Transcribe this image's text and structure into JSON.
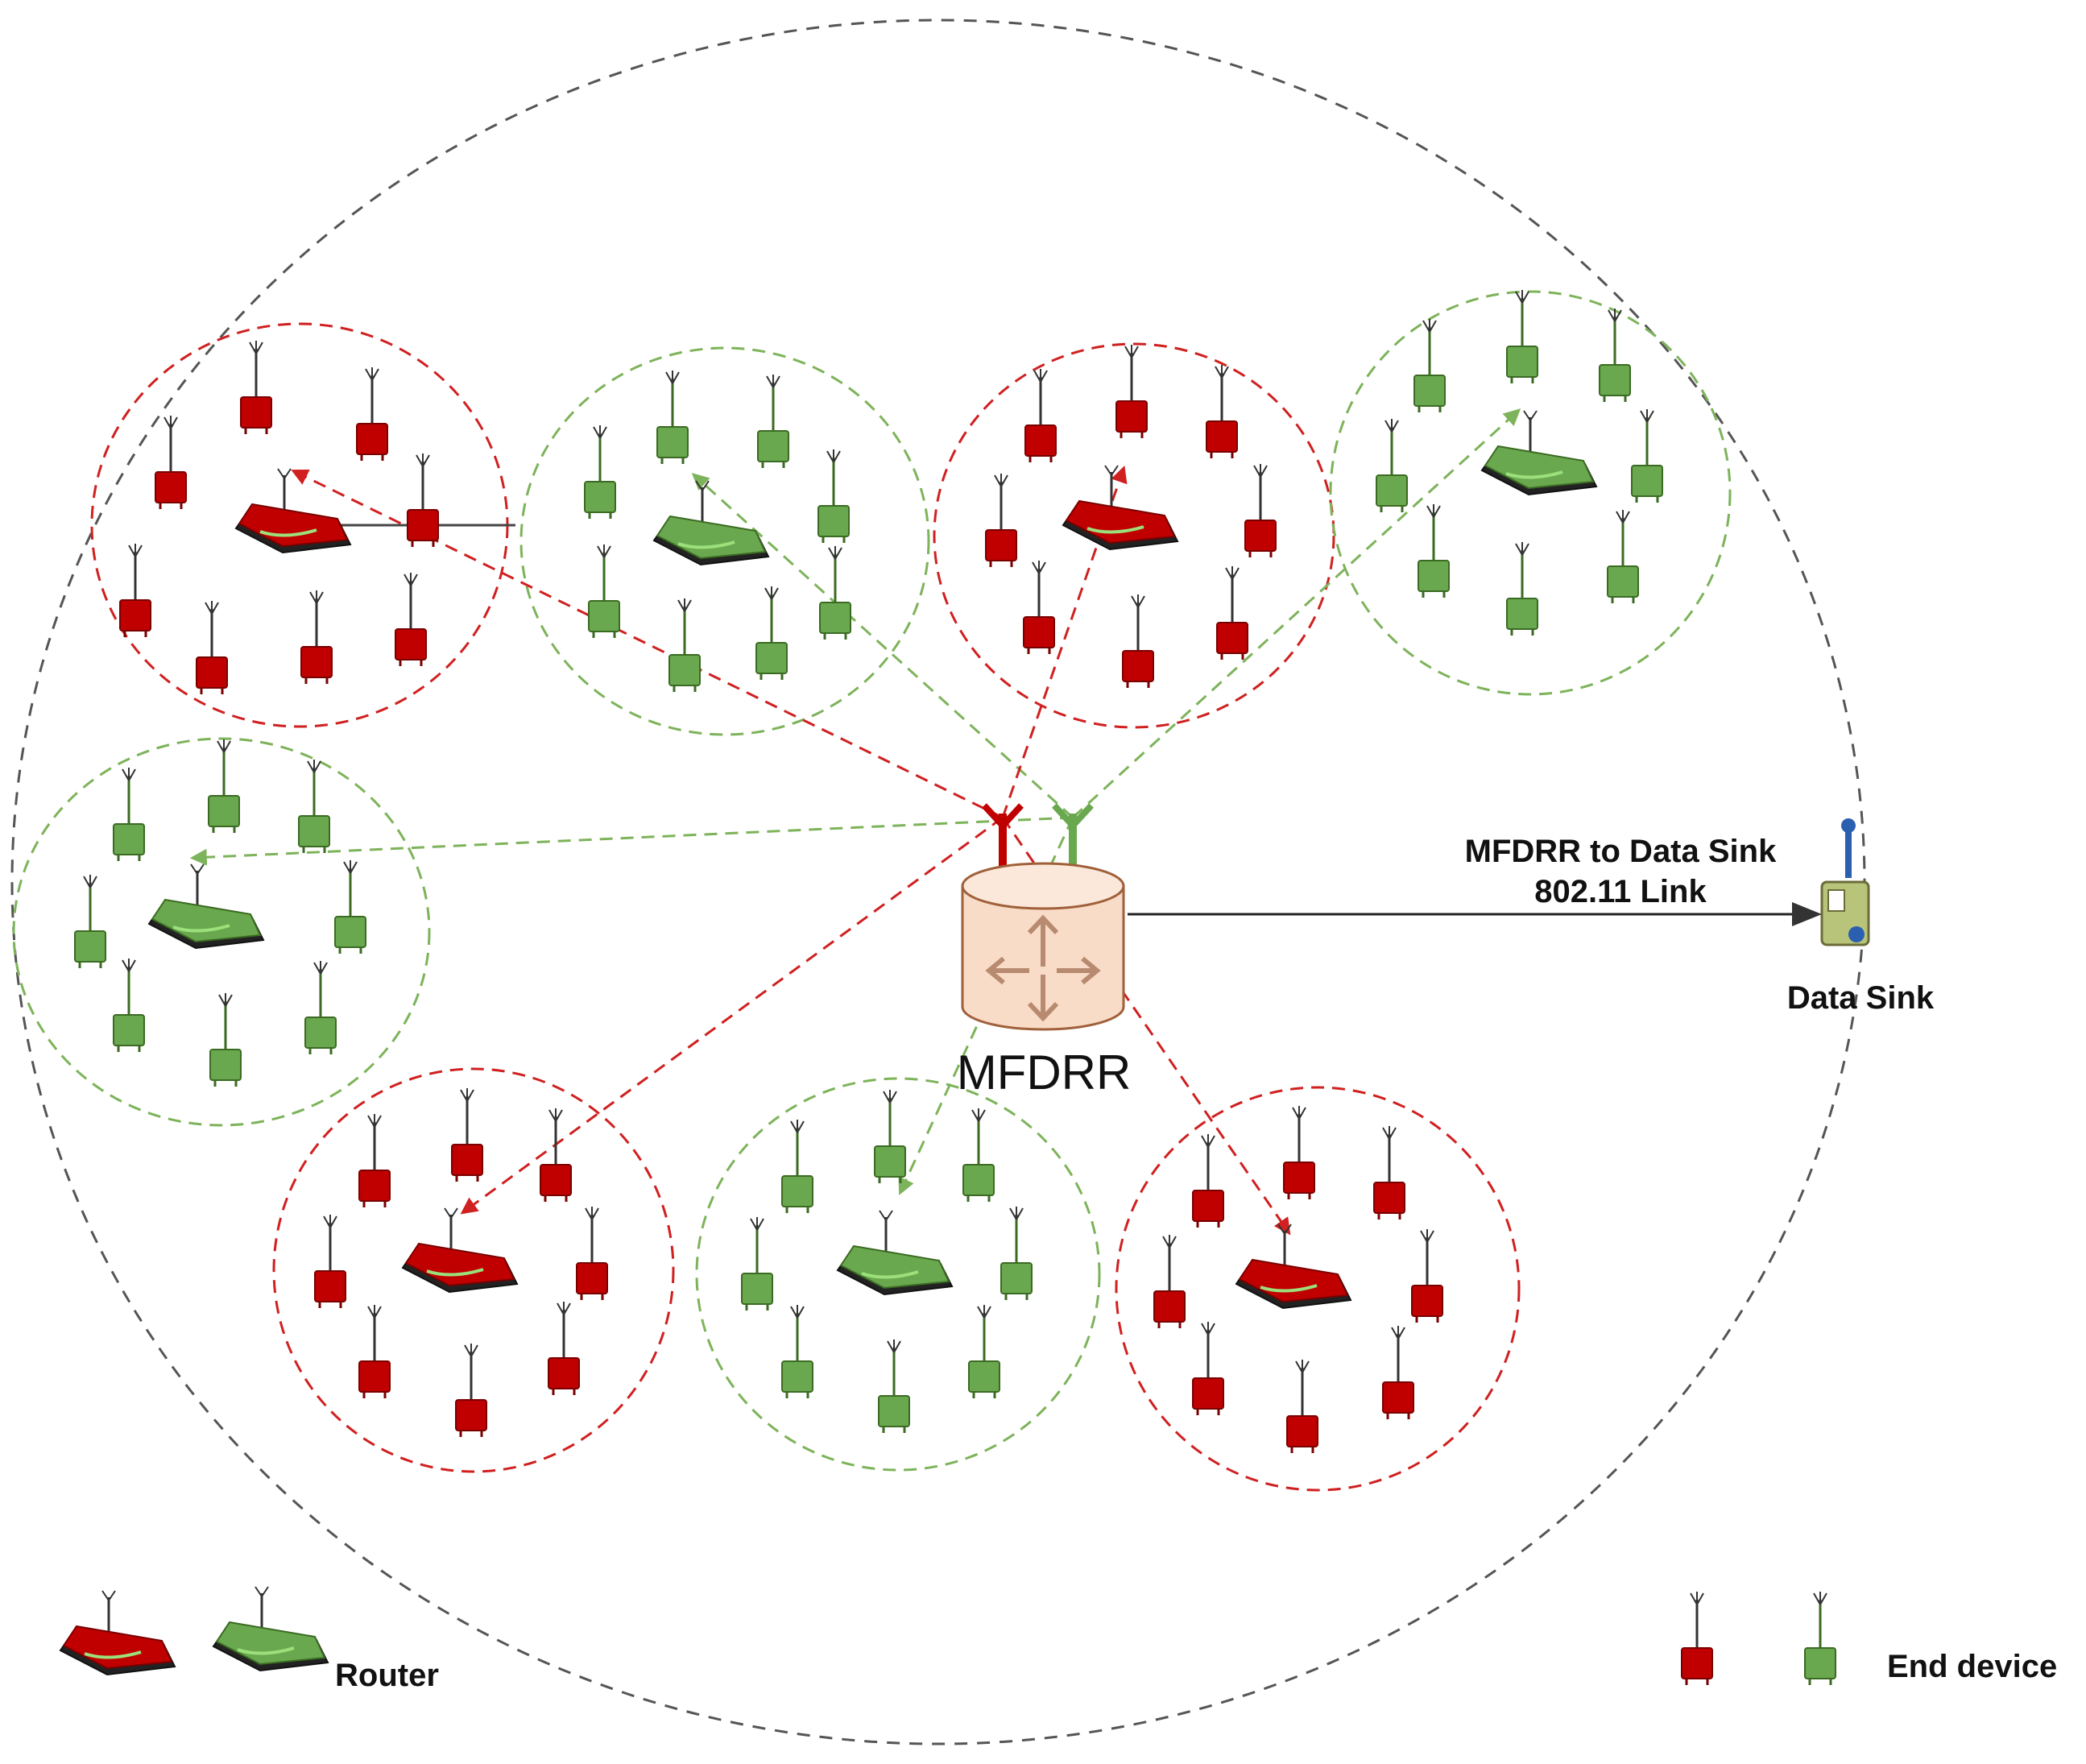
{
  "labels": {
    "hub": "MFDRR",
    "link_line1": "MFDRR to Data Sink",
    "link_line2": "802.11 Link",
    "sink": "Data Sink",
    "legend_router": "Router",
    "legend_end_device": "End device"
  },
  "colors": {
    "red_fill": "#c00000",
    "red_dark": "#7a0000",
    "red_dash": "#d02020",
    "green_fill": "#6aa84f",
    "green_dark": "#3b6b22",
    "green_dash": "#7db35a",
    "outer_dash": "#555555",
    "hub_fill": "#f8dcc8",
    "hub_stroke": "#a0603a"
  },
  "clusters": [
    {
      "name": "cluster-1",
      "color": "red"
    },
    {
      "name": "cluster-2",
      "color": "green"
    },
    {
      "name": "cluster-3",
      "color": "red"
    },
    {
      "name": "cluster-4",
      "color": "green"
    },
    {
      "name": "cluster-5",
      "color": "green"
    },
    {
      "name": "cluster-6",
      "color": "red"
    },
    {
      "name": "cluster-7",
      "color": "green"
    },
    {
      "name": "cluster-8",
      "color": "red"
    }
  ],
  "icons": {
    "router": "router-icon",
    "end_device": "end-device-icon",
    "hub": "mfdrr-hub-icon",
    "sink": "data-sink-icon"
  }
}
